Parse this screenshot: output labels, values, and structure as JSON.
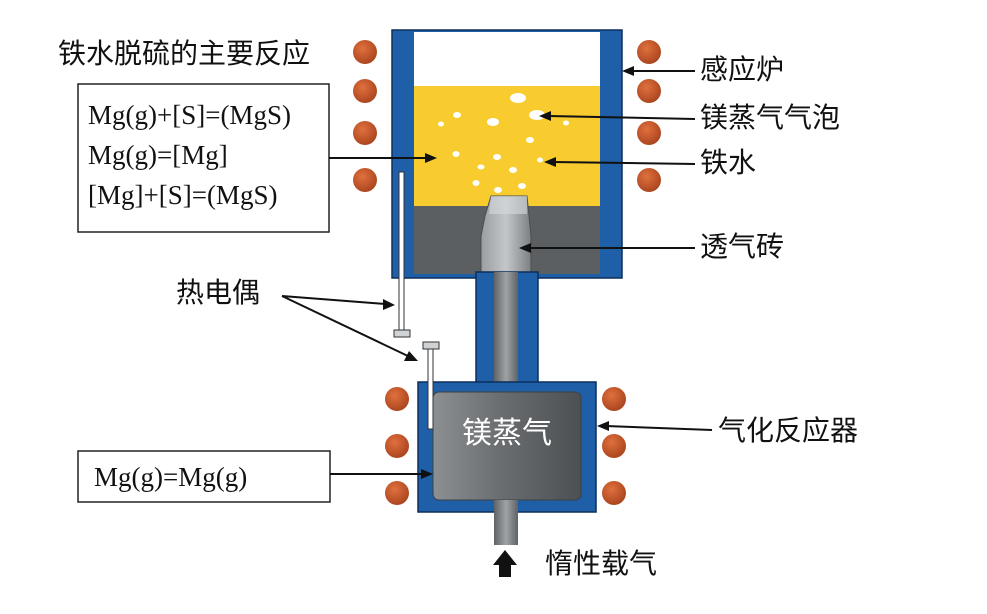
{
  "labels": {
    "reaction_title": "铁水脱硫的主要反应",
    "furnace": "感应炉",
    "bubbles": "镁蒸气气泡",
    "hot_metal": "铁水",
    "porous_brick": "透气砖",
    "thermocouple": "热电偶",
    "vapor": "镁蒸气",
    "reactor": "气化反应器",
    "carrier_gas": "惰性载气"
  },
  "equations_top": [
    "Mg(g)+[S]=(MgS)",
    "Mg(g)=[Mg]",
    "[Mg]+[S]=(MgS)"
  ],
  "equation_bottom": "Mg(g)=Mg(g)",
  "colors": {
    "wall": "#1f5fa8",
    "wall_outline": "#0d2e5c",
    "hot_metal": "#f8cc2e",
    "coil": "#c9552a",
    "refractory": "#5b5f61",
    "vapor_chamber": "#6e7274",
    "pipe": "#8a8e90"
  }
}
